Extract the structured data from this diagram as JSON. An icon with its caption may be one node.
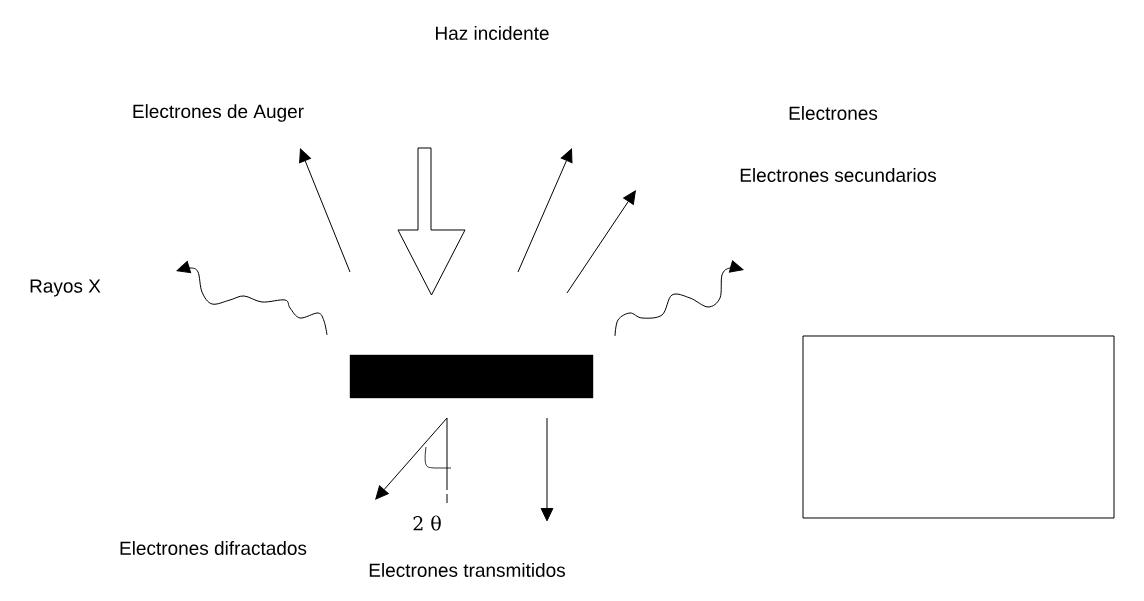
{
  "diagram": {
    "nodes": [
      {
        "text": [
          "Haz incidente"
        ]
      },
      {
        "text": [
          "Electrones de Auger"
        ]
      },
      {
        "text": [
          "Electrones"
        ]
      },
      {
        "text": [
          "Electrones secundarios"
        ]
      },
      {
        "text": [
          "Rayos X"
        ]
      },
      {
        "text": [],
        "shape": "bar"
      },
      {
        "text": [
          "Electrones difractados"
        ]
      },
      {
        "text": [
          "Electrones transmitidos"
        ]
      },
      {
        "text": [],
        "shape": "box"
      }
    ],
    "labels": [
      "2 θ"
    ]
  }
}
